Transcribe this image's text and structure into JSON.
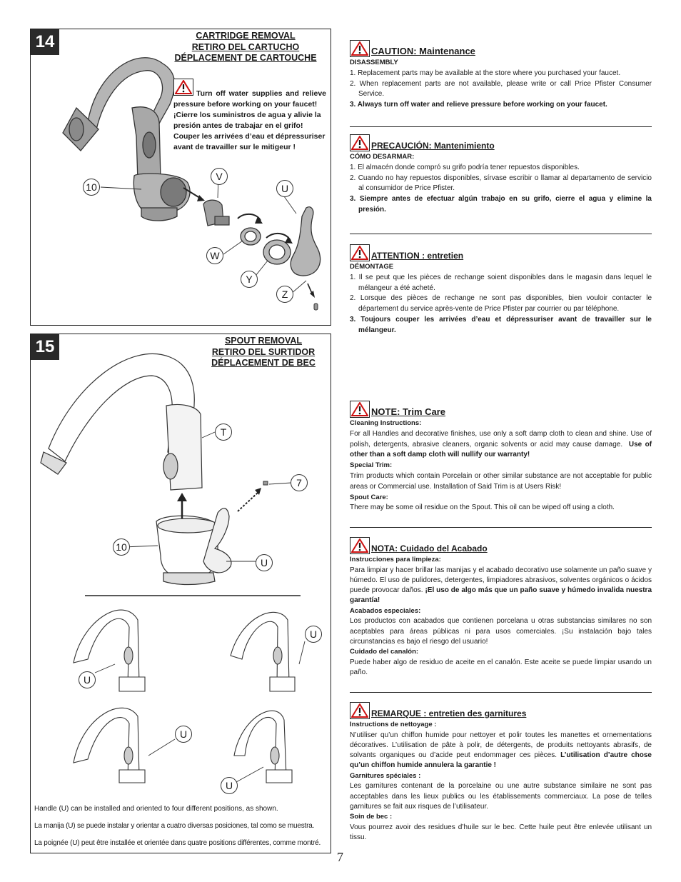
{
  "step14": {
    "number": "14",
    "title": [
      "CARTRIDGE REMOVAL",
      "RETIRO DEL CARTUCHO",
      "DÉPLACEMENT DE CARTOUCHE"
    ],
    "warning_lines": [
      "Turn off water supplies and relieve",
      "pressure before working on your faucet!",
      "¡Cierre los suministros de agua y alivie la",
      "presión antes de trabajar en el grifo!",
      "Couper les arrivées d’eau et dépressuriser",
      "avant de travailler sur le mitigeur !"
    ],
    "callouts": {
      "c10": "10",
      "V": "V",
      "U": "U",
      "W": "W",
      "Y": "Y",
      "Z": "Z"
    }
  },
  "step15": {
    "number": "15",
    "title": [
      "SPOUT REMOVAL",
      "RETIRO DEL SURTIDOR",
      "DÉPLACEMENT DE BEC"
    ],
    "callouts": {
      "T": "T",
      "seven": "7",
      "c10": "10",
      "U": "U"
    },
    "captions": [
      "Handle (U) can be installed and oriented to four different positions, as shown.",
      "La manija (U) se puede instalar y orientar a cuatro diversas posiciones, tal como se muestra.",
      "La poignée (U) peut être installée et orientée dans quatre positions différentes, comme montré."
    ]
  },
  "caution_en": {
    "title": "CAUTION:  Maintenance",
    "subhead": "DISASSEMBLY",
    "items": [
      "1. Replacement parts may be available at the store where you purchased your faucet.",
      "2. When replacement parts are not available, please write or call Price Pfister Consumer Service."
    ],
    "item3": "3. Always turn off water and relieve pressure before working on your faucet."
  },
  "caution_es": {
    "title": "PRECAUCIÓN: Mantenimiento",
    "subhead": "CÓMO DESARMAR:",
    "items": [
      "1. El almacén donde compró su grifo podría tener repuestos disponibles.",
      "2. Cuando no hay repuestos disponibles, sírvase escribir o llamar al departamento de servicio al consumidor de Price Pfister."
    ],
    "item3": "3. Siempre antes de efectuar algún trabajo en su grifo, cierre el agua y elimine la presión."
  },
  "caution_fr": {
    "title": "ATTENTION : entretien",
    "subhead": "DÉMONTAGE",
    "items": [
      "1. Il se peut que les pièces de rechange soient disponibles dans le magasin dans lequel le mélangeur a été acheté.",
      "2. Lorsque des pièces de rechange ne sont pas disponibles, bien vouloir contacter le département du service après-vente de Price Pfister par courrier ou par téléphone."
    ],
    "item3": "3. Toujours couper les arrivées d’eau et dépressuriser avant de travailler sur le mélangeur."
  },
  "note_en": {
    "title": "NOTE:  Trim Care",
    "cleaning_head": "Cleaning Instructions:",
    "cleaning": "For all Handles and decorative finishes, use only a soft damp cloth to clean and shine.  Use of polish, detergents, abrasive cleaners, organic solvents or acid may cause damage.",
    "cleaning_bold": "Use of other than a soft damp cloth will nullify our warranty!",
    "special_head": "Special Trim:",
    "special": "Trim products which contain Porcelain or other similar substance are not acceptable for public areas or Commercial use.  Installation of Said Trim is at Users Risk!",
    "spout_head": "Spout Care:",
    "spout": "There may be some oil residue on the Spout. This oil can be wiped off using a cloth."
  },
  "note_es": {
    "title": "NOTA: Cuidado del Acabado",
    "cleaning_head": "Instrucciones para limpieza:",
    "cleaning": "Para limpiar y hacer brillar las manijas y el acabado decorativo use solamente un paño suave y húmedo. El uso de pulidores, detergentes, limpiadores abrasivos, solventes orgánicos o ácidos puede provocar daños.",
    "cleaning_bold": "¡El uso de algo más que un paño suave y húmedo invalida nuestra garantía!",
    "special_head": "Acabados especiales:",
    "special": "Los productos con acabados que contienen porcelana u otras substancias similares no son aceptables para áreas públicas ni para usos comerciales. ¡Su instalación bajo tales circunstancias es bajo el riesgo del usuario!",
    "spout_head": "Cuidado del canalón:",
    "spout": "Puede haber algo de residuo de aceite en el canalón.  Este aceite se puede limpiar usando un paño."
  },
  "note_fr": {
    "title": "REMARQUE : entretien des garnitures",
    "cleaning_head": "Instructions de nettoyage :",
    "cleaning": "N’utiliser qu’un chiffon humide pour nettoyer et polir toutes les manettes et ornementations décoratives. L’utilisation de pâte à polir, de détergents, de produits nettoyants abrasifs, de solvants organiques ou d’acide peut endommager ces pièces.",
    "cleaning_bold": "L’utilisation d’autre chose qu’un chiffon humide annulera la garantie !",
    "special_head": "Garnitures spéciales :",
    "special": "Les garnitures contenant de la porcelaine ou une autre substance similaire ne sont pas acceptables dans les lieux publics ou les établissements commerciaux. La pose de telles garnitures se fait aux risques de l’utilisateur.",
    "spout_head": "Soin de bec :",
    "spout": "Vous pourrez avoir des residues d’huile sur le bec. Cette huile peut être enlevée utilisant un tissu."
  },
  "page_number": "7"
}
